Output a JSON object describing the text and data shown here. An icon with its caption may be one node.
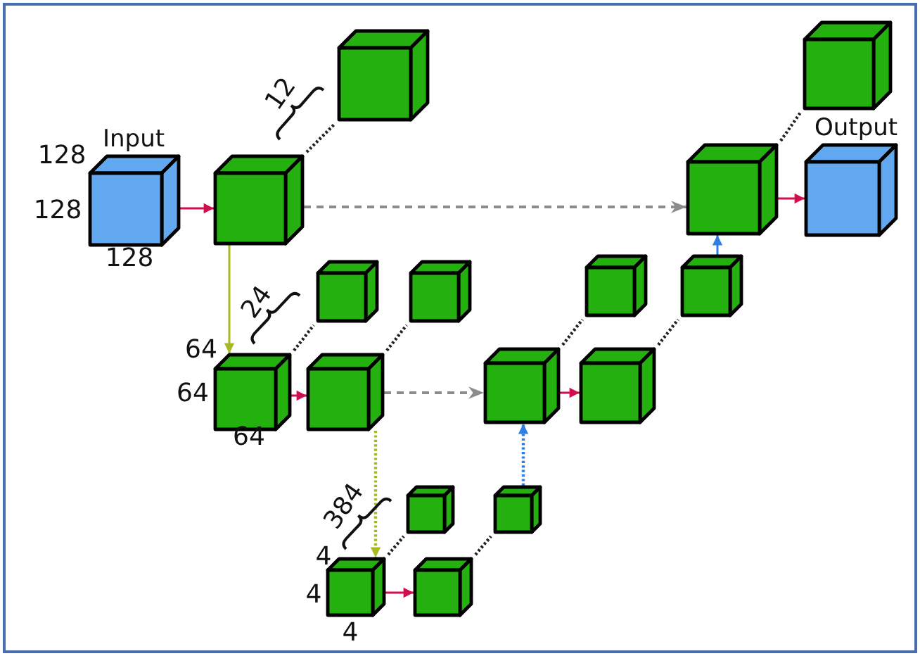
{
  "diagram": {
    "nodes": [
      {
        "text": [
          "Input"
        ]
      },
      {
        "text": [],
        "shape": "cube"
      },
      {
        "text": [],
        "shape": "cube"
      },
      {
        "text": [],
        "shape": "cube"
      },
      {
        "text": [],
        "shape": "cube"
      },
      {
        "text": [],
        "shape": "cube"
      },
      {
        "text": [],
        "shape": "cube"
      },
      {
        "text": [],
        "shape": "cube"
      },
      {
        "text": [],
        "shape": "cube"
      },
      {
        "text": [],
        "shape": "cube"
      },
      {
        "text": [],
        "shape": "cube"
      },
      {
        "text": [],
        "shape": "cube"
      },
      {
        "text": [],
        "shape": "cube"
      },
      {
        "text": [],
        "shape": "cube"
      },
      {
        "text": [],
        "shape": "cube"
      },
      {
        "text": [],
        "shape": "cube"
      },
      {
        "text": [],
        "shape": "cube"
      },
      {
        "text": [
          "Output"
        ]
      }
    ],
    "edges": [
      {
        "from": 0,
        "to": 1,
        "arrow": "to",
        "color": "#d0104c"
      },
      {
        "from": 1,
        "to": 2,
        "arrow": "none",
        "style": "dashed"
      },
      {
        "from": 1,
        "to": 3,
        "arrow": "to",
        "color": "#a8b820"
      },
      {
        "from": 1,
        "to": 15,
        "arrow": "to",
        "style": "dashed",
        "color": "#8c8c8c"
      },
      {
        "from": 3,
        "to": 4,
        "arrow": "to",
        "color": "#d0104c"
      },
      {
        "from": 3,
        "to": 5,
        "arrow": "none",
        "style": "dashed"
      },
      {
        "from": 4,
        "to": 6,
        "arrow": "none",
        "style": "dashed"
      },
      {
        "from": 4,
        "to": 11,
        "arrow": "to",
        "style": "dashed",
        "color": "#8c8c8c"
      },
      {
        "from": 4,
        "to": 7,
        "arrow": "to",
        "style": "dashed",
        "color": "#a8b820"
      },
      {
        "from": 7,
        "to": 8,
        "arrow": "to",
        "color": "#d0104c"
      },
      {
        "from": 7,
        "to": 9,
        "arrow": "none",
        "style": "dashed"
      },
      {
        "from": 8,
        "to": 10,
        "arrow": "none",
        "style": "dashed"
      },
      {
        "from": 10,
        "to": 11,
        "arrow": "to",
        "style": "dashed",
        "color": "#2f7fe0"
      },
      {
        "from": 11,
        "to": 12,
        "arrow": "to",
        "color": "#d0104c"
      },
      {
        "from": 11,
        "to": 13,
        "arrow": "none",
        "style": "dashed"
      },
      {
        "from": 12,
        "to": 14,
        "arrow": "none",
        "style": "dashed"
      },
      {
        "from": 14,
        "to": 15,
        "arrow": "to",
        "color": "#2f7fe0"
      },
      {
        "from": 15,
        "to": 17,
        "arrow": "to",
        "color": "#d0104c"
      },
      {
        "from": 15,
        "to": 16,
        "arrow": "none",
        "style": "dashed"
      }
    ],
    "labels": [
      "12",
      "128",
      "128",
      "128",
      "24",
      "64",
      "64",
      "64",
      "384",
      "4",
      "4",
      "4"
    ]
  }
}
